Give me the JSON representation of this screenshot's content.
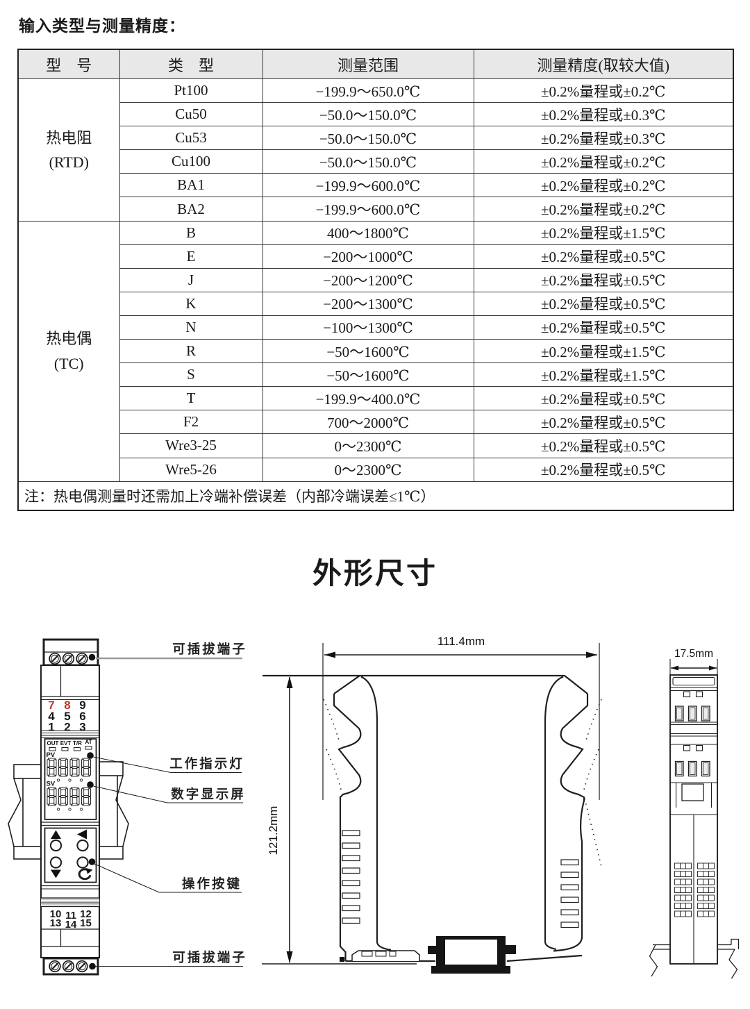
{
  "page": {
    "title": "输入类型与测量精度：",
    "section_title": "外形尺寸"
  },
  "table": {
    "headers": [
      "型　号",
      "类　型",
      "测量范围",
      "测量精度(取较大值)"
    ],
    "groups": [
      {
        "model": "热电阻",
        "model_sub": "(RTD)",
        "rows": [
          [
            "Pt100",
            "−199.9～650.0℃",
            "±0.2%量程或±0.2℃"
          ],
          [
            "Cu50",
            "−50.0～150.0℃",
            "±0.2%量程或±0.3℃"
          ],
          [
            "Cu53",
            "−50.0～150.0℃",
            "±0.2%量程或±0.3℃"
          ],
          [
            "Cu100",
            "−50.0～150.0℃",
            "±0.2%量程或±0.2℃"
          ],
          [
            "BA1",
            "−199.9～600.0℃",
            "±0.2%量程或±0.2℃"
          ],
          [
            "BA2",
            "−199.9～600.0℃",
            "±0.2%量程或±0.2℃"
          ]
        ]
      },
      {
        "model": "热电偶",
        "model_sub": "(TC)",
        "rows": [
          [
            "B",
            "400～1800℃",
            "±0.2%量程或±1.5℃"
          ],
          [
            "E",
            "−200～1000℃",
            "±0.2%量程或±0.5℃"
          ],
          [
            "J",
            "−200～1200℃",
            "±0.2%量程或±0.5℃"
          ],
          [
            "K",
            "−200～1300℃",
            "±0.2%量程或±0.5℃"
          ],
          [
            "N",
            "−100～1300℃",
            "±0.2%量程或±0.5℃"
          ],
          [
            "R",
            "−50～1600℃",
            "±0.2%量程或±1.5℃"
          ],
          [
            "S",
            "−50～1600℃",
            "±0.2%量程或±1.5℃"
          ],
          [
            "T",
            "−199.9～400.0℃",
            "±0.2%量程或±0.5℃"
          ],
          [
            "F2",
            "700～2000℃",
            "±0.2%量程或±0.5℃"
          ],
          [
            "Wre3-25",
            "0～2300℃",
            "±0.2%量程或±0.5℃"
          ],
          [
            "Wre5-26",
            "0～2300℃",
            "±0.2%量程或±0.5℃"
          ]
        ]
      }
    ],
    "note": "注：热电偶测量时还需加上冷端补偿误差（内部冷端误差≤1℃）"
  },
  "drawings": {
    "labels": {
      "top_terminal": "可插拔端子",
      "indicator": "工作指示灯",
      "display": "数字显示屏",
      "buttons": "操作按键",
      "bottom_terminal": "可插拔端子"
    },
    "dimensions": {
      "width": "111.4mm",
      "height": "121.2mm",
      "depth": "17.5mm"
    },
    "module": {
      "led_labels": [
        "OUT",
        "EVT",
        "T/R",
        "AT"
      ],
      "pv_label": "PV",
      "sv_label": "SV",
      "keypad_numbers": [
        "7",
        "8",
        "9",
        "4",
        "5",
        "6",
        "1",
        "2",
        "3"
      ],
      "terminal_numbers": [
        "10",
        "11",
        "12",
        "13",
        "14",
        "15"
      ]
    },
    "colors": {
      "red_keypad_number": "#c2352b",
      "leader_line_gray": "#9a9a9a",
      "table_header_bg": "#e8e8e8"
    }
  }
}
